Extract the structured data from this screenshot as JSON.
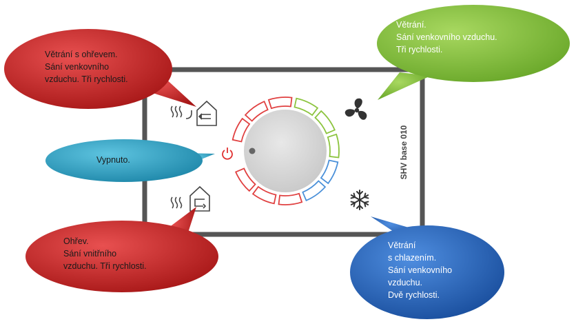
{
  "device": {
    "model_label": "SHV base 010"
  },
  "callouts": {
    "heating_ventilation": {
      "text": "Větrání s ohřevem.\nSání venkovního\nvzduchu. Tři rychlosti.",
      "color": "#c62a2a"
    },
    "ventilation": {
      "text": "Větrání.\nSání venkovního  vzduchu.\nTři rychlosti.",
      "color": "#8cc43f"
    },
    "off": {
      "text": "Vypnuto.",
      "color": "#35a6c8"
    },
    "heating": {
      "text": "Ohřev.\nSání vnitřního\nvzduchu. Tři rychlosti.",
      "color": "#c62a2a"
    },
    "cooling_ventilation": {
      "text": "Větrání\ns chlazením.\nSání venkovního\nvzduchu.\nDvě rychlosti.",
      "color": "#2c6cc4"
    }
  },
  "dial": {
    "segment_colors": {
      "red": "#e04040",
      "green": "#8cc43f",
      "blue": "#4a90d9"
    },
    "knob_color": "#d9d9d9"
  },
  "icons": {
    "top_left": "heat-house-intake-icon",
    "bottom_left": "heat-house-recirculation-icon",
    "top_right": "fan-icon",
    "bottom_right": "snowflake-icon",
    "power": "power-icon"
  }
}
